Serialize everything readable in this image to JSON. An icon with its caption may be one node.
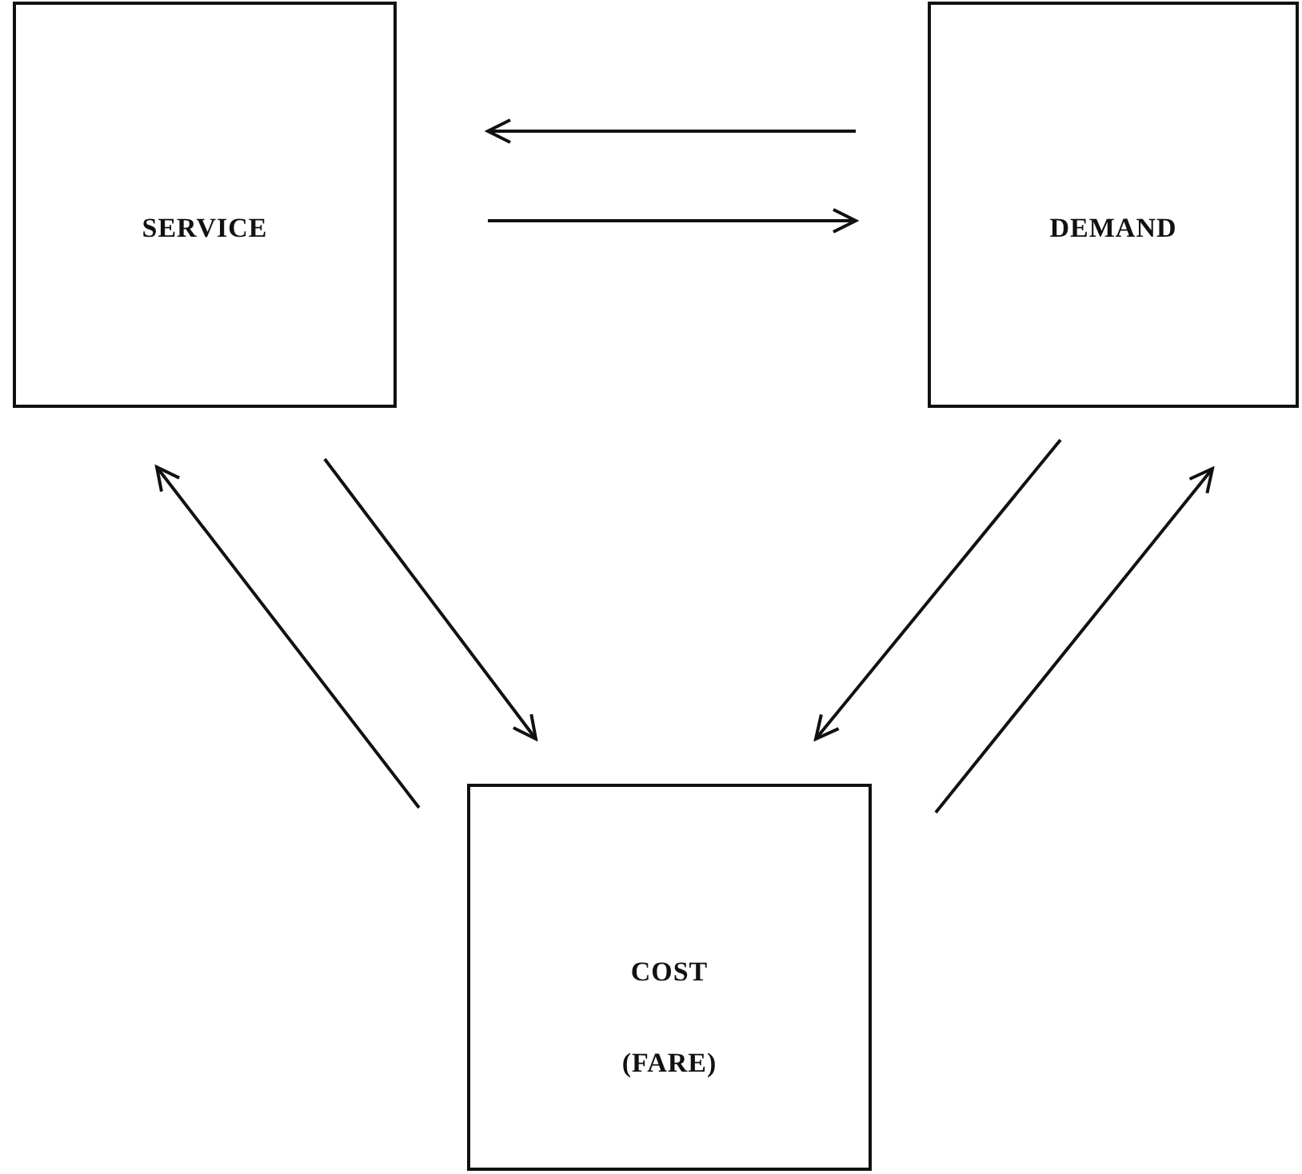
{
  "diagram": {
    "nodes": [
      {
        "text": [
          "SERVICE"
        ]
      },
      {
        "text": [
          "DEMAND"
        ]
      },
      {
        "text": [
          "COST",
          "(FARE)"
        ]
      }
    ],
    "edges": [
      {
        "from": 1,
        "to": 0,
        "arrow": "to"
      },
      {
        "from": 0,
        "to": 1,
        "arrow": "to"
      },
      {
        "from": 2,
        "to": 0,
        "arrow": "to"
      },
      {
        "from": 0,
        "to": 2,
        "arrow": "to"
      },
      {
        "from": 1,
        "to": 2,
        "arrow": "to"
      },
      {
        "from": 2,
        "to": 1,
        "arrow": "to"
      }
    ]
  }
}
